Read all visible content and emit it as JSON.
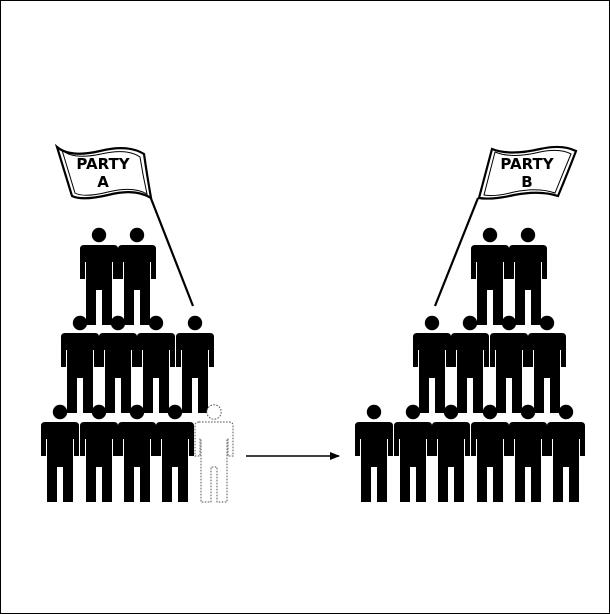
{
  "diagram": {
    "party_a": {
      "flag_line1": "PARTY",
      "flag_line2": "A",
      "member_count": 10,
      "departing_member_count": 1
    },
    "party_b": {
      "flag_line1": "PARTY",
      "flag_line2": "B",
      "member_count": 12
    },
    "colors": {
      "person": "#000000",
      "departing_person_stroke": "#555555",
      "background": "#ffffff",
      "border": "#000000"
    },
    "icons": [
      "person-icon",
      "departing-person-icon",
      "flag-icon",
      "arrow-icon"
    ]
  }
}
